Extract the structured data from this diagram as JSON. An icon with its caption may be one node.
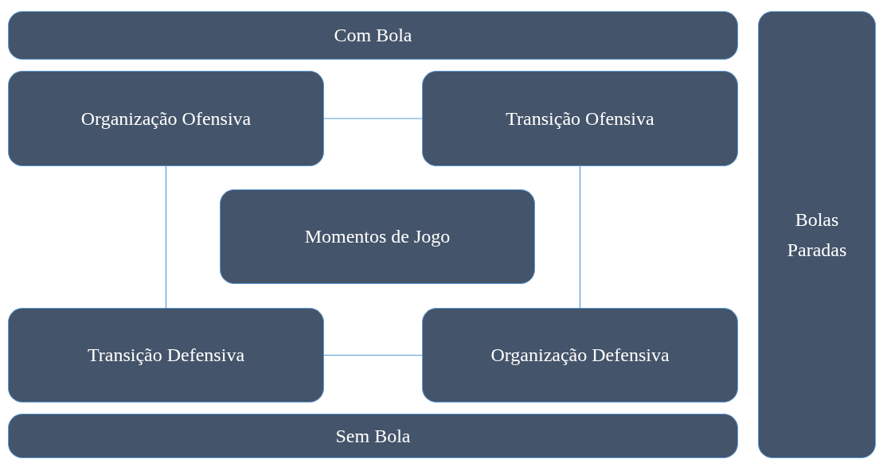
{
  "diagram": {
    "nodes": [
      {
        "text": [
          "Com Bola"
        ]
      },
      {
        "text": [
          "Organização Ofensiva"
        ]
      },
      {
        "text": [
          "Transição Ofensiva"
        ]
      },
      {
        "text": [
          "Momentos de Jogo"
        ]
      },
      {
        "text": [
          "Transição Defensiva"
        ]
      },
      {
        "text": [
          "Organização Defensiva"
        ]
      },
      {
        "text": [
          "Sem Bola"
        ]
      },
      {
        "text": [
          "Bolas Paradas"
        ]
      }
    ],
    "edges": [
      {
        "from": 1,
        "to": 2,
        "arrow": "none"
      },
      {
        "from": 1,
        "to": 4,
        "arrow": "none"
      },
      {
        "from": 2,
        "to": 5,
        "arrow": "none"
      },
      {
        "from": 4,
        "to": 5,
        "arrow": "none"
      }
    ]
  }
}
